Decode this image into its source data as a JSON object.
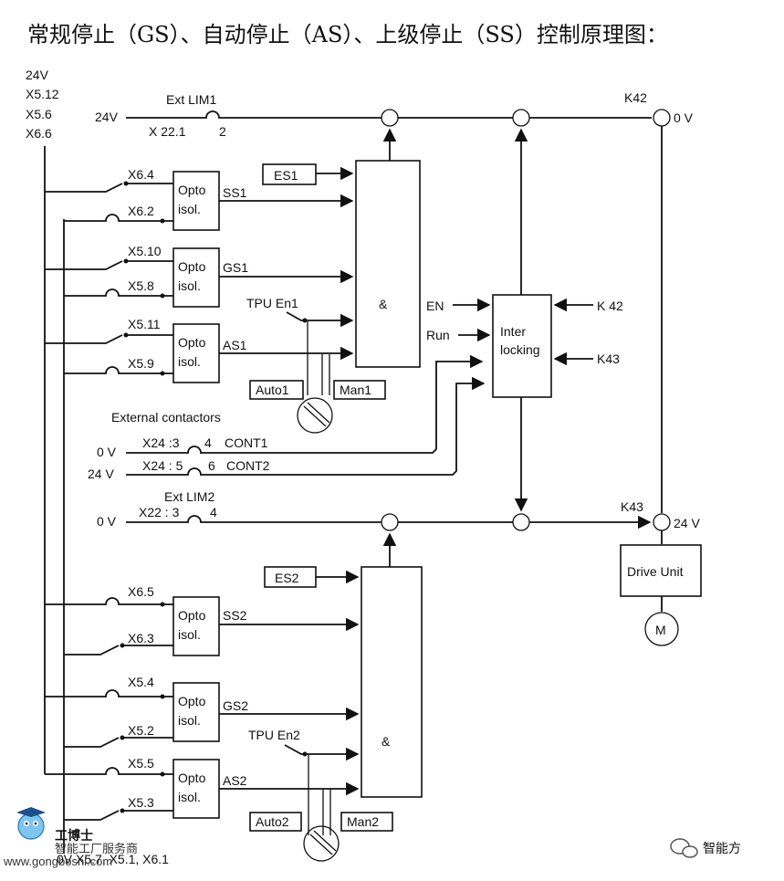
{
  "title": "常规停止（GS）、自动停止（AS）、上级停止（SS）控制原理图：",
  "supply": {
    "left_top": [
      "24V",
      "X5.12",
      "X5.6",
      "X6.6"
    ],
    "left_bottom": "0V  X5.7, X5.1, X6.1"
  },
  "rails": {
    "lim1": {
      "name": "Ext LIM1",
      "voltage": "24V",
      "terminal": "X 22.1",
      "pin": "2",
      "relay": "K42",
      "end_voltage": "0 V"
    },
    "lim2": {
      "name": "Ext LIM2",
      "voltage": "0 V",
      "terminal": "X22 : 3",
      "pin": "4",
      "relay": "K43",
      "end_voltage": "24 V"
    }
  },
  "contactors": {
    "heading": "External contactors",
    "cont1": {
      "voltage": "0 V",
      "terminal": "X24 :3",
      "pin": "4",
      "label": "CONT1"
    },
    "cont2": {
      "voltage": "24 V",
      "terminal": "X24 : 5",
      "pin": "6",
      "label": "CONT2"
    }
  },
  "inputs_top": {
    "ss1": {
      "t1": "X6.4",
      "t2": "X6.2",
      "signal": "SS1"
    },
    "gs1": {
      "t1": "X5.10",
      "t2": "X5.8",
      "signal": "GS1"
    },
    "as1": {
      "t1": "X5.11",
      "t2": "X5.9",
      "signal": "AS1"
    }
  },
  "inputs_bottom": {
    "ss2": {
      "t1": "X6.5",
      "t2": "X6.3",
      "signal": "SS2"
    },
    "gs2": {
      "t1": "X5.4",
      "t2": "X5.2",
      "signal": "GS2"
    },
    "as2": {
      "t1": "X5.5",
      "t2": "X5.3",
      "signal": "AS2"
    }
  },
  "opto": {
    "line1": "Opto",
    "line2": "isol."
  },
  "and_gate": "&",
  "top_controls": {
    "es": "ES1",
    "tpu": "TPU En1",
    "auto": "Auto1",
    "man": "Man1"
  },
  "bottom_controls": {
    "es": "ES2",
    "tpu": "TPU En2",
    "auto": "Auto2",
    "man": "Man2"
  },
  "interlocking": {
    "line1": "Inter",
    "line2": "locking",
    "in_en": "EN",
    "in_run": "Run",
    "in_k42": "K 42",
    "in_k43": "K43"
  },
  "drive": {
    "label": "Drive Unit",
    "motor": "M"
  },
  "watermarks": {
    "brand": "工博士",
    "sub": "智能工厂服务商",
    "url": "www.gongboshi.com",
    "channel": "智能方"
  }
}
